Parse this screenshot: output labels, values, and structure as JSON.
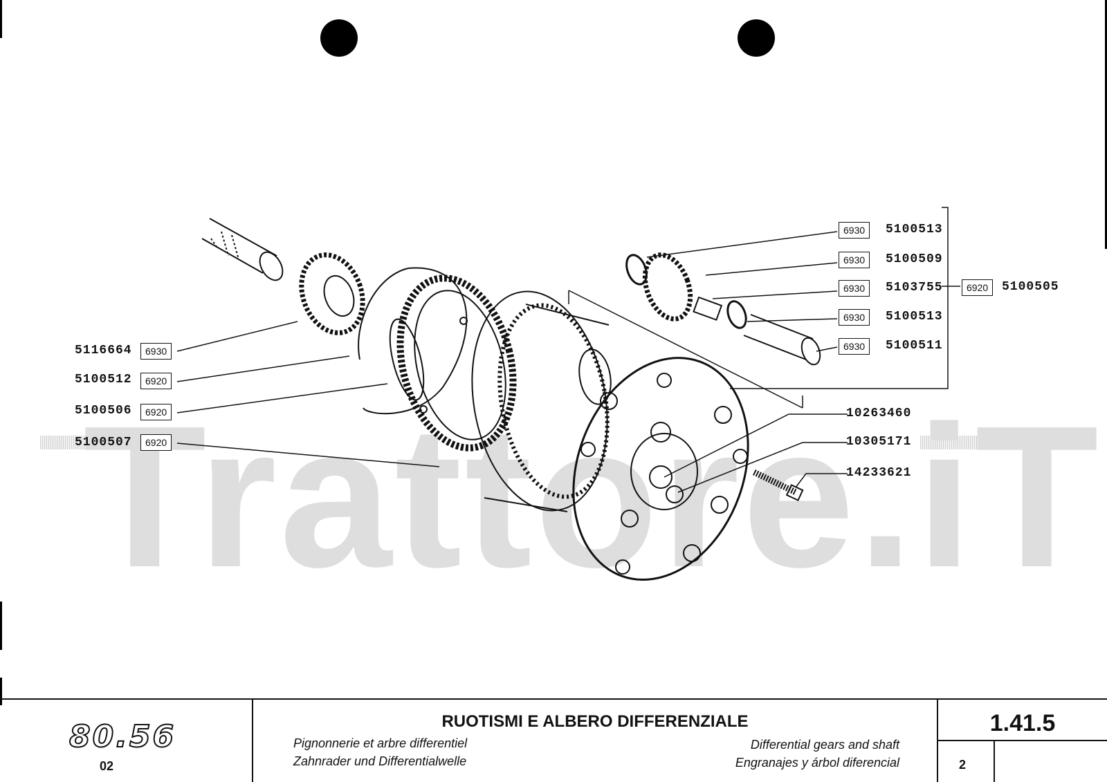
{
  "watermark": {
    "text": "Trattore.iT"
  },
  "labels_left": [
    {
      "part": "5116664",
      "code": "6930"
    },
    {
      "part": "5100512",
      "code": "6920"
    },
    {
      "part": "5100506",
      "code": "6920"
    },
    {
      "part": "5100507",
      "code": "6920"
    }
  ],
  "labels_right": [
    {
      "part": "5100513",
      "code": "6930"
    },
    {
      "part": "5100509",
      "code": "6930"
    },
    {
      "part": "5103755",
      "code": "6930"
    },
    {
      "part": "5100513",
      "code": "6930"
    },
    {
      "part": "5100511",
      "code": "6930"
    }
  ],
  "assembly": {
    "part": "5100505",
    "code": "6920"
  },
  "labels_bottom": [
    {
      "part": "10263460"
    },
    {
      "part": "10305171"
    },
    {
      "part": "14233621"
    }
  ],
  "footer": {
    "model_logo": "80.56",
    "model_sub": "02",
    "title": "RUOTISMI E ALBERO DIFFERENZIALE",
    "subtitle_fr": "Pignonnerie et arbre differentiel",
    "subtitle_de": "Zahnrader und Differentialwelle",
    "subtitle_en": "Differential gears and shaft",
    "subtitle_es": "Engranajes y árbol diferencial",
    "page": "1.41.5",
    "sheet": "2"
  }
}
